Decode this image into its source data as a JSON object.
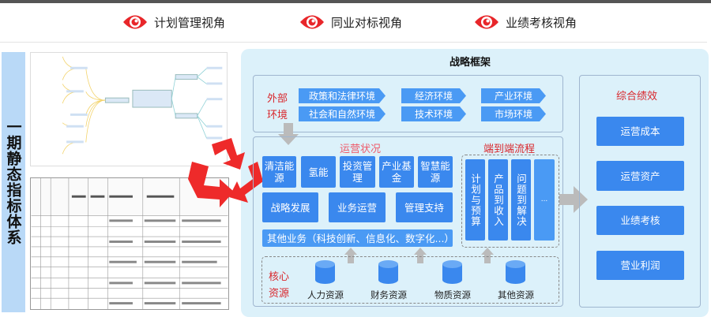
{
  "header": {
    "views": [
      {
        "label": "计划管理视角",
        "icon": "eye-icon"
      },
      {
        "label": "同业对标视角",
        "icon": "eye-icon"
      },
      {
        "label": "业绩考核视角",
        "icon": "eye-icon"
      }
    ]
  },
  "left": {
    "label": "一期静态指标体系"
  },
  "framework": {
    "title": "战略框架",
    "external": {
      "label1": "外部",
      "label2": "环境",
      "items": [
        "政策和法律环境",
        "经济环境",
        "产业环境",
        "社会和自然环境",
        "技术环境",
        "市场环境"
      ]
    },
    "operations": {
      "title": "运营状况",
      "row1": [
        "清洁能源",
        "氢能",
        "投资管理",
        "产业基金",
        "智慧能源"
      ],
      "row2": [
        "战略发展",
        "业务运营",
        "管理支持"
      ],
      "other": "其他业务（科技创新、信息化、数字化...）"
    },
    "process": {
      "title": "端到端流程",
      "items": [
        "计划与预算",
        "产品到收入",
        "问题到解决",
        "..."
      ]
    },
    "resources": {
      "label1": "核心",
      "label2": "资源",
      "items": [
        "人力资源",
        "财务资源",
        "物质资源",
        "其他资源"
      ]
    },
    "performance": {
      "title": "综合绩效",
      "items": [
        "运营成本",
        "运营资产",
        "业绩考核",
        "营业利润"
      ]
    }
  },
  "colors": {
    "accent_blue": "#3a88ee",
    "label_red": "#d9262b",
    "panel": "#dcf1fa",
    "eye_red": "#e8262a"
  }
}
